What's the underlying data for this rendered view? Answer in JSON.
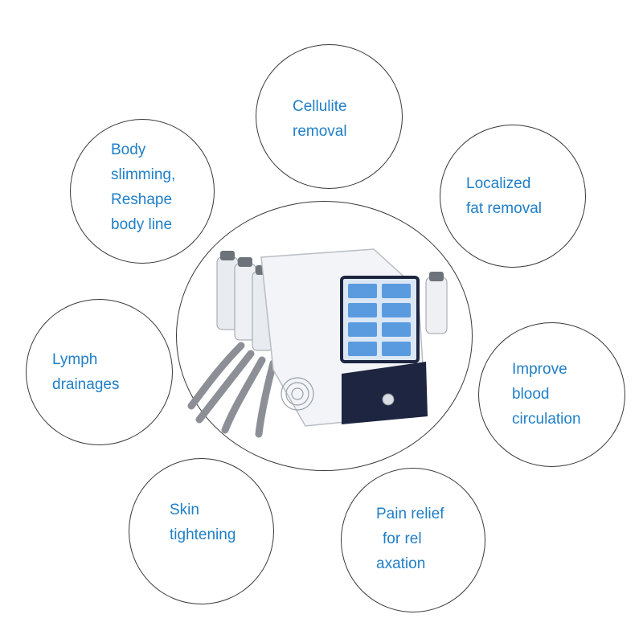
{
  "benefits": {
    "cellulite": {
      "lines": [
        "Cellulite",
        "removal"
      ]
    },
    "body_slimming": {
      "lines": [
        "Body",
        "slimming,",
        "Reshape",
        "body line"
      ]
    },
    "localized_fat": {
      "lines": [
        "Localized",
        "fat removal"
      ]
    },
    "lymph": {
      "lines": [
        "Lymph",
        "drainages"
      ]
    },
    "circulation": {
      "lines": [
        "Improve",
        "blood",
        "circulation"
      ]
    },
    "skin": {
      "lines": [
        "Skin",
        "tightening"
      ]
    },
    "pain_relief": {
      "lines": [
        "Pain relief",
        "for rel",
        "axation"
      ]
    }
  },
  "colors": {
    "label_text": "#1f7fc8",
    "circle_outline": "#3a3a3a",
    "device_body": "#f2f4f7",
    "device_dark": "#1d2540",
    "screen_blue": "#5a9be0",
    "hose_gray": "#8c9096"
  },
  "device": {
    "icon_name": "cryolipolysis-machine-image"
  }
}
